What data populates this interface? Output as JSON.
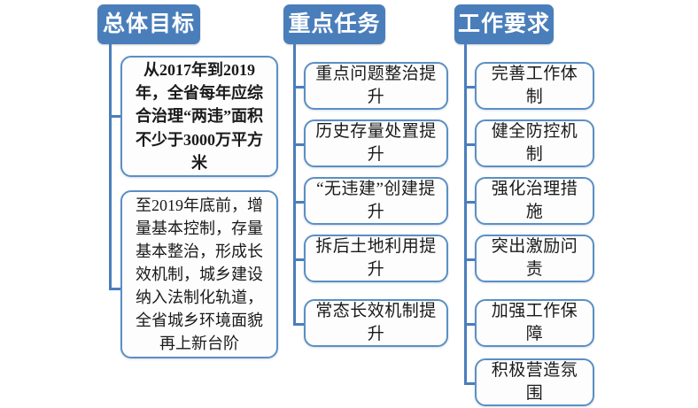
{
  "diagram": {
    "title_columns": [
      {
        "id": "overall-goal",
        "label": "总体目标"
      },
      {
        "id": "key-tasks",
        "label": "重点任务"
      },
      {
        "id": "work-requirements",
        "label": "工作要求"
      }
    ],
    "colors": {
      "header_fill": "#4a7ebb",
      "header_text": "#ffffff",
      "box_border": "#5b8fc4",
      "box_fill": "#fdfdfd",
      "connector": "#4a7ebb",
      "box_text": "#1a1a1a"
    },
    "columns": {
      "overall_goal": {
        "header": "总体目标",
        "items": [
          {
            "text": "从2017年到2019年，全省每年应综合治理“两违”面积不少于3000万平方米"
          },
          {
            "text": "至2019年底前，增量基本控制，存量基本整治，形成长效机制，城乡建设纳入法制化轨道，全省城乡环境面貌再上新台阶"
          }
        ]
      },
      "key_tasks": {
        "header": "重点任务",
        "items": [
          {
            "text": "重点问题整治提升"
          },
          {
            "text": "历史存量处置提升"
          },
          {
            "text": "“无违建”创建提升"
          },
          {
            "text": "拆后土地利用提升"
          },
          {
            "text": "常态长效机制提升"
          }
        ]
      },
      "work_requirements": {
        "header": "工作要求",
        "items": [
          {
            "text": "完善工作体制"
          },
          {
            "text": "健全防控机制"
          },
          {
            "text": "强化治理措施"
          },
          {
            "text": "突出激励问责"
          },
          {
            "text": "加强工作保障"
          },
          {
            "text": "积极营造氛围"
          }
        ]
      }
    }
  }
}
